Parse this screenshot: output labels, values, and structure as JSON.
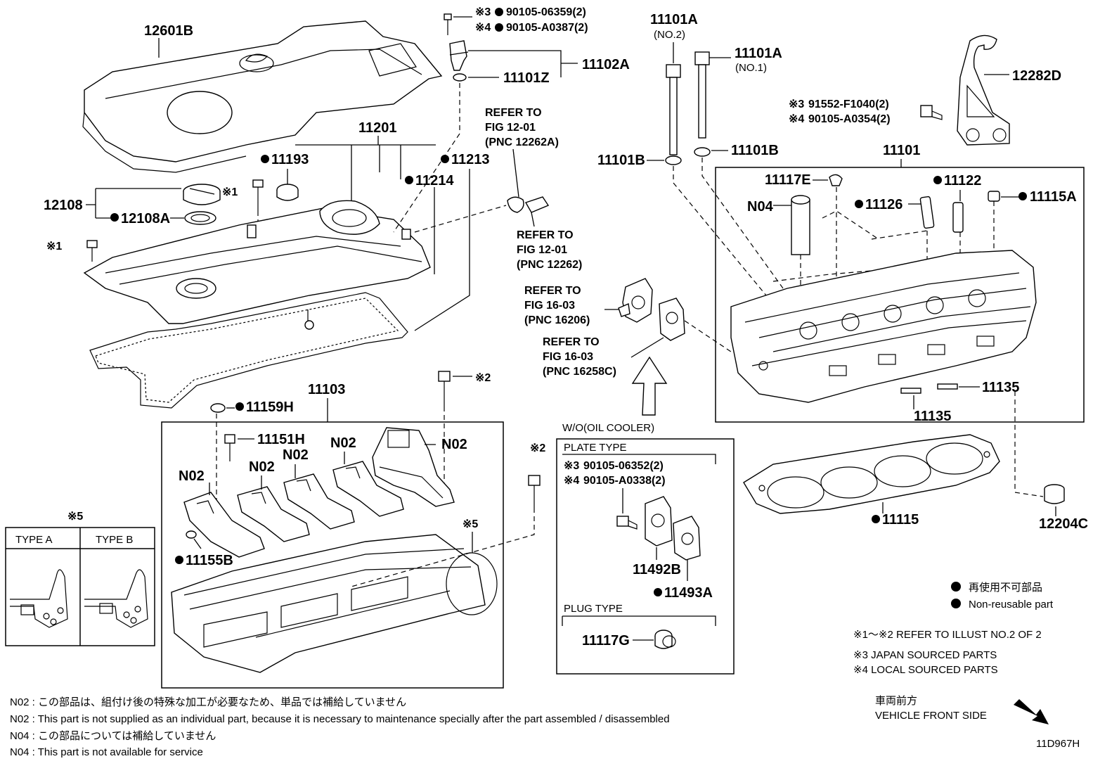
{
  "labels": {
    "p12601b": "12601B",
    "p11102a": "11102A",
    "p11101z": "11101Z",
    "bolt_a1": "※3",
    "bolt_a1_pn": "90105-06359(2)",
    "bolt_a2": "※4",
    "bolt_a2_pn": "90105-A0387(2)",
    "refer1_l1": "REFER TO",
    "refer1_l2": "FIG 12-01",
    "refer1_l3": "(PNC 12262A)",
    "refer2_l1": "REFER TO",
    "refer2_l2": "FIG 12-01",
    "refer2_l3": "(PNC 12262)",
    "refer3_l1": "REFER TO",
    "refer3_l2": "FIG 16-03",
    "refer3_l3": "(PNC 16206)",
    "refer4_l1": "REFER TO",
    "refer4_l2": "FIG 16-03",
    "refer4_l3": "(PNC 16258C)",
    "p11201": "11201",
    "p11193": "11193",
    "p11213": "11213",
    "p11214": "11214",
    "p12108": "12108",
    "p12108a": "12108A",
    "mark1a": "※1",
    "mark1b": "※1",
    "p11101a_no2": "11101A",
    "p11101a_no2_sub": "(NO.2)",
    "p11101a_no1": "11101A",
    "p11101a_no1_sub": "(NO.1)",
    "p11101b_l": "11101B",
    "p11101b_r": "11101B",
    "p12282d": "12282D",
    "bolt_b1": "※3",
    "bolt_b1_pn": "91552-F1040(2)",
    "bolt_b2": "※4",
    "bolt_b2_pn": "90105-A0354(2)",
    "p11101": "11101",
    "p11117e": "11117E",
    "p11122": "11122",
    "pn04": "N04",
    "p11126": "11126",
    "p11115a": "11115A",
    "p11135a": "11135",
    "p11135b": "11135",
    "p11103": "11103",
    "mark2a": "※2",
    "mark2b": "※2",
    "p11159h": "11159H",
    "p11151h": "11151H",
    "n02_1": "N02",
    "n02_2": "N02",
    "n02_3": "N02",
    "n02_4": "N02",
    "n02_5": "N02",
    "p11155b": "11155B",
    "mark5_top": "※5",
    "mark5_right": "※5",
    "type_a": "TYPE A",
    "type_b": "TYPE B",
    "wo_oil": "W/O(OIL COOLER)",
    "plate_type": "PLATE TYPE",
    "bolt_c1": "※3",
    "bolt_c1_pn": "90105-06352(2)",
    "bolt_c2": "※4",
    "bolt_c2_pn": "90105-A0338(2)",
    "p11492b": "11492B",
    "p11493a": "11493A",
    "plug_type": "PLUG TYPE",
    "p11117g": "11117G",
    "p11115": "11115",
    "p12204c": "12204C"
  },
  "legend": {
    "nonreuse_jp": "再使用不可部品",
    "nonreuse_en": "Non-reusable part",
    "note1": "※1～※2  REFER TO ILLUST NO.2 OF 2",
    "note3": "※3  JAPAN SOURCED PARTS",
    "note4": "※4  LOCAL SOURCED PARTS"
  },
  "footnotes": {
    "n02_jp": "N02 : この部品は、組付け後の特殊な加工が必要なため、単品では補給していません",
    "n02_en": "N02 : This part is not supplied as an individual part, because it is necessary to maintenance specially after the part assembled / disassembled",
    "n04_jp": "N04 : この部品については補給していません",
    "n04_en": "N04 : This part is not available for service"
  },
  "front": {
    "jp": "車両前方",
    "en": "VEHICLE FRONT SIDE"
  },
  "figure_code": "11D967H"
}
